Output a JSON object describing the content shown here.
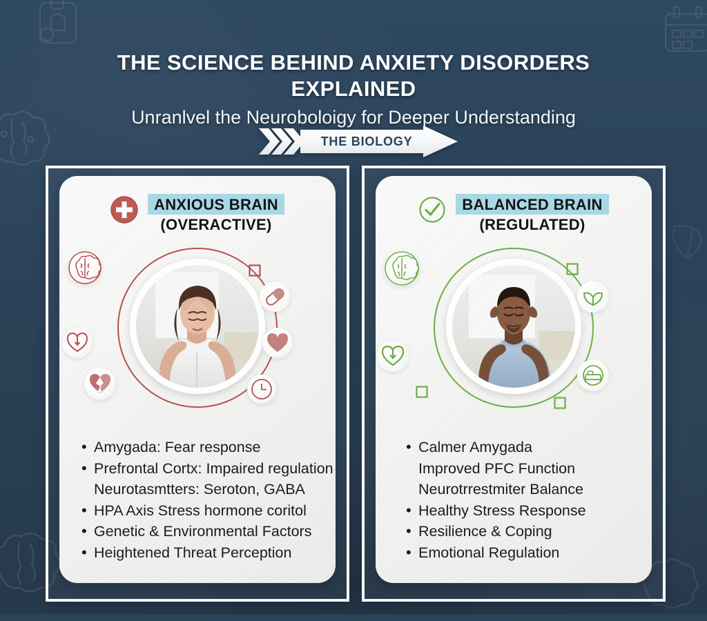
{
  "header": {
    "title": "THE SCIENCE BEHIND ANXIETY DISORDERS EXPLAINED",
    "subtitle": "Unranlvel the Neuroboloigy for Deeper Understanding"
  },
  "banner": {
    "label": "THE BIOLOGY"
  },
  "colors": {
    "background": "#2b4359",
    "frame": "#f4f7f9",
    "highlight": "#a9d9e6",
    "anxious_accent": "#b5514f",
    "balanced_accent": "#6cae45",
    "text_dark": "#141414"
  },
  "cards": [
    {
      "id": "anxious",
      "status_icon": "medical-cross-icon",
      "accent": "#b5514f",
      "title_line1": "ANXIOUS BRAIN",
      "title_line2": "(OVERACTIVE)",
      "photo_alt": "stressed-woman-holding-head",
      "mini_icons": [
        "brain-icon",
        "square-outline-icon",
        "pill-capsule-icon",
        "heart-arrow-down-icon",
        "heart-filled-icon",
        "broken-heart-icon",
        "clock-icon"
      ],
      "bullets": [
        {
          "text": "Amygada: Fear response",
          "dot": true
        },
        {
          "text": "Prefrontal Cortx: Impaired regulation",
          "dot": true
        },
        {
          "text": "Neurotasmtters: Seroton, GABA",
          "dot": false
        },
        {
          "text": "HPA Axis Stress hormone coritol",
          "dot": true
        },
        {
          "text": "Genetic & Environmental Factors",
          "dot": true
        },
        {
          "text": "Heightened Threat Perception",
          "dot": true
        }
      ]
    },
    {
      "id": "balanced",
      "status_icon": "check-circle-icon",
      "accent": "#6cae45",
      "title_line1": "BALANCED BRAIN",
      "title_line2": "(REGULATED)",
      "photo_alt": "calm-man-meditating",
      "mini_icons": [
        "brain-icon",
        "square-outline-icon",
        "leaf-icon",
        "heart-arrow-down-icon",
        "bed-rest-icon",
        "square-outline-icon"
      ],
      "bullets": [
        {
          "text": "Calmer Amygada",
          "dot": true
        },
        {
          "text": "Improved PFC Function",
          "dot": false
        },
        {
          "text": "Neurotrrestmiter Balance",
          "dot": false
        },
        {
          "text": "Healthy Stress Response",
          "dot": true
        },
        {
          "text": "Resilience & Coping",
          "dot": true
        },
        {
          "text": "Emotional Regulation",
          "dot": true
        }
      ]
    }
  ],
  "watermarks": [
    "clipboard-icon",
    "calendar-icon",
    "brain-icon",
    "brain-icon",
    "leaf-icon"
  ]
}
